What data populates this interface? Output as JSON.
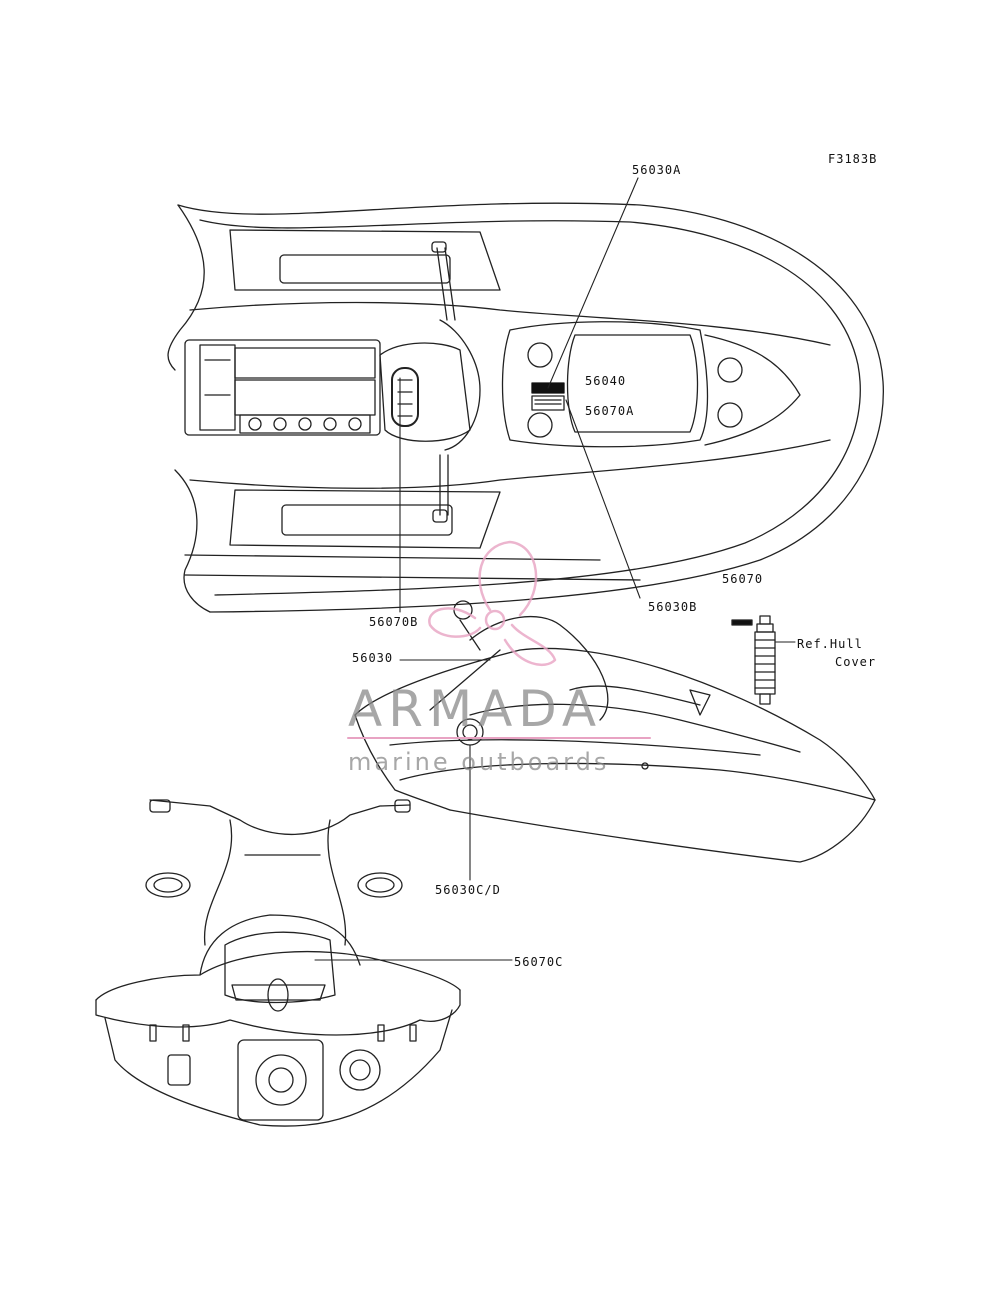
{
  "figure_code": "F3183B",
  "watermark": {
    "name": "ARMADA",
    "tagline": "marine outboards",
    "accent_color": "#e8a3c3",
    "text_color": "#8a8a8a"
  },
  "callouts": [
    {
      "id": "56030A",
      "label": "56030A"
    },
    {
      "id": "56040",
      "label": "56040"
    },
    {
      "id": "56070A",
      "label": "56070A"
    },
    {
      "id": "56070B",
      "label": "56070B"
    },
    {
      "id": "56030B",
      "label": "56030B"
    },
    {
      "id": "56070",
      "label": "56070"
    },
    {
      "id": "ref-hull",
      "label": "Ref.Hull"
    },
    {
      "id": "ref-cover",
      "label": "Cover"
    },
    {
      "id": "56030",
      "label": "56030"
    },
    {
      "id": "56030CD",
      "label": "56030C/D"
    },
    {
      "id": "56070C",
      "label": "56070C"
    }
  ]
}
